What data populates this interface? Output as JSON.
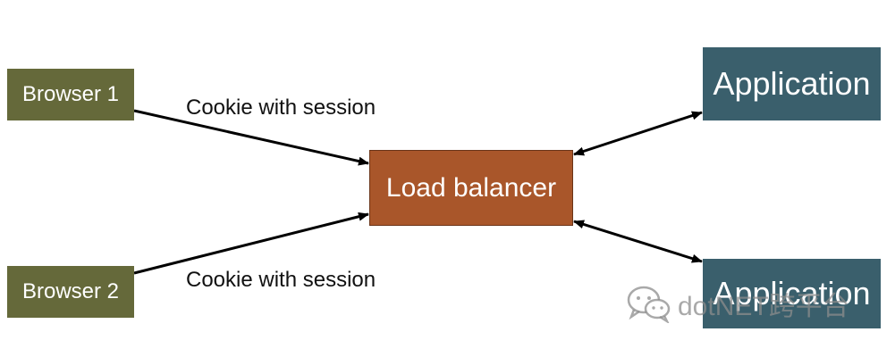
{
  "nodes": {
    "browser1": "Browser 1",
    "browser2": "Browser 2",
    "load_balancer": "Load balancer",
    "app1": "Application",
    "app2": "Application"
  },
  "edges": {
    "label1": "Cookie with session",
    "label2": "Cookie with session"
  },
  "watermark": {
    "text": "dotNET跨平台",
    "icon": "wechat-icon"
  },
  "colors": {
    "browser": "#65693a",
    "load_balancer": "#a9562a",
    "application": "#3a5f6c",
    "arrow": "#000000"
  }
}
